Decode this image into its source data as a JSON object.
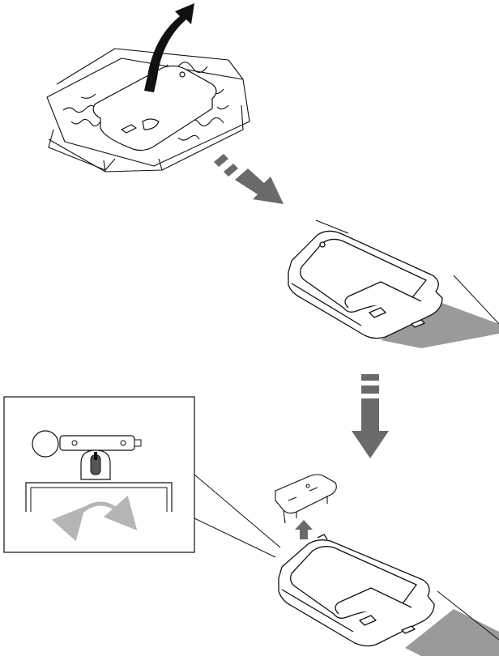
{
  "figure": {
    "steps": [
      {
        "id": "unpack",
        "icon": "lift-out-arrow-icon"
      },
      {
        "id": "place-unit",
        "icon": "step-arrow-icon"
      },
      {
        "id": "remove-cap",
        "icon": "step-arrow-icon"
      }
    ],
    "colors": {
      "line": "#111111",
      "arrow_dark": "#333333",
      "arrow_grey": "#6a6a6a",
      "shadow": "#9a9a9a",
      "rotate_arrow": "#b5b5b5",
      "background": "#ffffff"
    }
  }
}
